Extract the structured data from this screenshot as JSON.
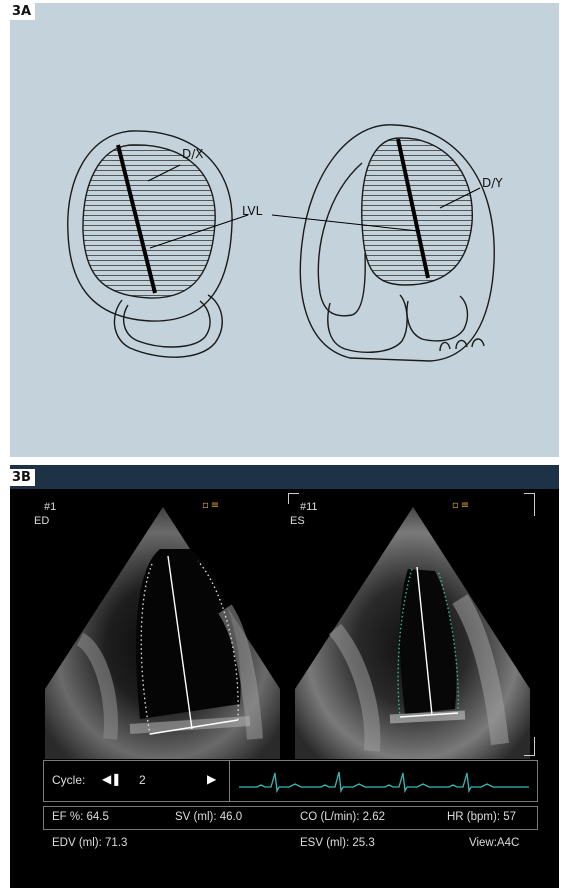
{
  "panel_a": {
    "label": "3A",
    "labels": {
      "dx": "D/X",
      "lvl": "LVL",
      "dy": "D/Y"
    }
  },
  "panel_b": {
    "label": "3B",
    "left_view": {
      "frame": "#1",
      "phase": "ED"
    },
    "right_view": {
      "frame": "#11",
      "phase": "ES"
    },
    "cycle": {
      "label": "Cycle:",
      "value": "2",
      "prev_icon": "step-back-icon",
      "next_icon": "play-icon"
    },
    "measurements": {
      "ef": "EF %: 64.5",
      "sv": "SV (ml): 46.0",
      "co": "CO (L/min): 2.62",
      "hr": "HR (bpm): 57",
      "edv": "EDV (ml): 71.3",
      "esv": "ESV (ml): 25.3",
      "view": "View:A4C"
    },
    "colors": {
      "ecg": "#39b9b0",
      "es_contour": "#2ec4a4",
      "ed_contour": "#e8e8e8",
      "icons": "#e0a53c"
    }
  }
}
